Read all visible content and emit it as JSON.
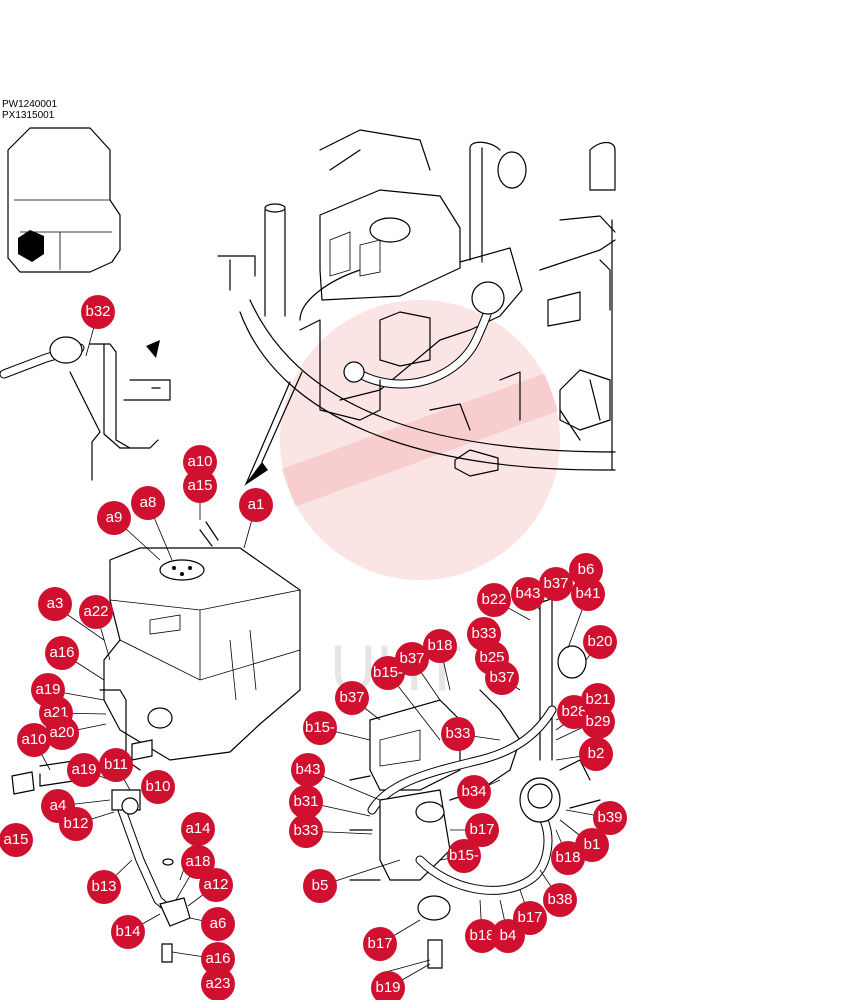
{
  "codes": [
    "PW1240001",
    "PX1315001"
  ],
  "callout_color": "#d0102f",
  "watermark_color": "#e45757",
  "callouts": [
    {
      "label": "b32"
    },
    {
      "label": "a10"
    },
    {
      "label": "a15"
    },
    {
      "label": "a1"
    },
    {
      "label": "a8"
    },
    {
      "label": "a9"
    },
    {
      "label": "a3"
    },
    {
      "label": "a22"
    },
    {
      "label": "a16"
    },
    {
      "label": "a19"
    },
    {
      "label": "a21"
    },
    {
      "label": "a20"
    },
    {
      "label": "a10"
    },
    {
      "label": "a19"
    },
    {
      "label": "b11"
    },
    {
      "label": "b10"
    },
    {
      "label": "a4"
    },
    {
      "label": "b12"
    },
    {
      "label": "a15"
    },
    {
      "label": "a14"
    },
    {
      "label": "a18"
    },
    {
      "label": "a12"
    },
    {
      "label": "b13"
    },
    {
      "label": "a6"
    },
    {
      "label": "b14"
    },
    {
      "label": "a16"
    },
    {
      "label": "a23"
    },
    {
      "label": "b22"
    },
    {
      "label": "b43"
    },
    {
      "label": "b37"
    },
    {
      "label": "b6"
    },
    {
      "label": "b41"
    },
    {
      "label": "b20"
    },
    {
      "label": "b37"
    },
    {
      "label": "b18"
    },
    {
      "label": "b33"
    },
    {
      "label": "b25"
    },
    {
      "label": "b37"
    },
    {
      "label": "b15-"
    },
    {
      "label": "b37"
    },
    {
      "label": "b15-"
    },
    {
      "label": "b28"
    },
    {
      "label": "b21"
    },
    {
      "label": "b29"
    },
    {
      "label": "b33"
    },
    {
      "label": "b2"
    },
    {
      "label": "b43"
    },
    {
      "label": "b31"
    },
    {
      "label": "b34"
    },
    {
      "label": "b33"
    },
    {
      "label": "b17"
    },
    {
      "label": "b39"
    },
    {
      "label": "b1"
    },
    {
      "label": "b15-"
    },
    {
      "label": "b18"
    },
    {
      "label": "b5"
    },
    {
      "label": "b38"
    },
    {
      "label": "b17"
    },
    {
      "label": "b18"
    },
    {
      "label": "b4"
    },
    {
      "label": "b17"
    },
    {
      "label": "b19"
    }
  ]
}
